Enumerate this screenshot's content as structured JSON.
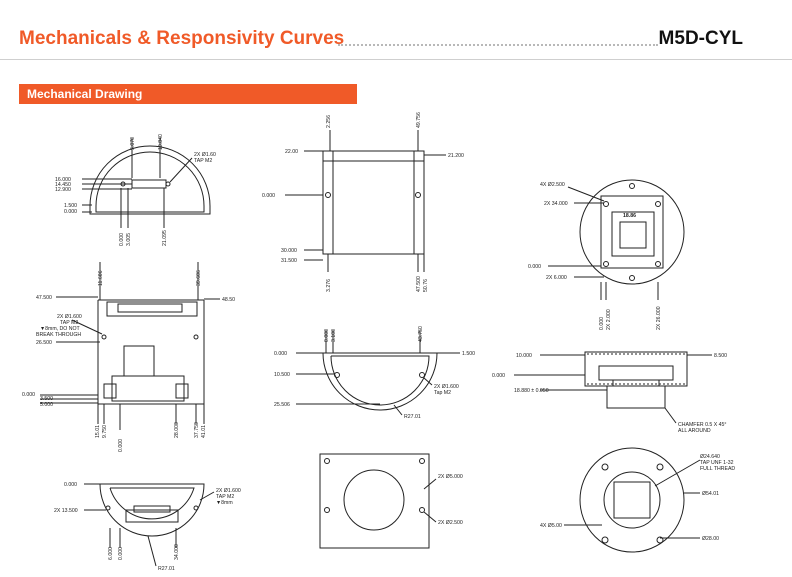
{
  "header": {
    "title": "Mechanicals & Responsivity Curves",
    "model": "M5D-CYL"
  },
  "section": {
    "label": "Mechanical Drawing"
  },
  "drawings": {
    "d1": {
      "dim_left": [
        "16.000",
        "14.450",
        "12.900",
        "1.500",
        "0.000"
      ],
      "dim_top": [
        "5.070",
        "10.840"
      ],
      "dim_bottom": [
        "0.000",
        "3.005",
        "21.095"
      ],
      "callout": [
        "2X Ø1.60",
        "TAP M2"
      ]
    },
    "d2": {
      "dim_top": [
        "2.256",
        "49.756"
      ],
      "dim_left": [
        "22.00",
        "0.000",
        "30.000",
        "31.500"
      ],
      "dim_right": [
        "21.200"
      ],
      "dim_bottom": [
        "3.276",
        "47.500",
        "50.76"
      ]
    },
    "d3": {
      "dim_left_top": [
        "4X Ø2.500",
        "2X 34.000"
      ],
      "center_value": "18.86",
      "dim_left_bottom": [
        "0.000",
        "2X 6.000"
      ],
      "dim_bottom": [
        "0.000",
        "2X 2.000",
        "2X 26.000"
      ]
    },
    "d4": {
      "dim_top": [
        "11.606",
        "39.606"
      ],
      "dim_left": [
        "47.500",
        "26.500",
        "0.000",
        "3.500",
        "5.000"
      ],
      "dim_right": [
        "48.50"
      ],
      "callout": [
        "2X Ø1.600",
        "TAP M2",
        "▼8mm, DO NOT",
        "BREAK THROUGH"
      ],
      "dim_bottom": [
        "15.01",
        "9.750",
        "0.000",
        "28.000",
        "37.750",
        "41.01"
      ]
    },
    "d5": {
      "dim_top": [
        "0.000",
        "3.100",
        "43.750"
      ],
      "dim_left": [
        "0.000",
        "10.500",
        "25.506"
      ],
      "dim_right": [
        "1.500"
      ],
      "callout": [
        "2X Ø1.600",
        "Tap M2"
      ],
      "radius": "R27.01"
    },
    "d6": {
      "dim_left": [
        "10.000",
        "0.000",
        "18.880 ± 0.050"
      ],
      "dim_right": [
        "8.500"
      ],
      "chamfer": [
        "CHAMFER 0.5 X 45°",
        "ALL AROUND"
      ]
    },
    "d7": {
      "dim_left": [
        "0.000",
        "2X 13.500"
      ],
      "callout": [
        "2X Ø1.600",
        "TAP M2",
        "▼8mm"
      ],
      "dim_bottom": [
        "6.000",
        "0.000",
        "34.000"
      ],
      "radius": "R27.01"
    },
    "d8": {
      "callouts": [
        "2X Ø5.000",
        "2X Ø2.500"
      ]
    },
    "d9": {
      "thread": [
        "Ø24.640",
        "TAP UNF 1-32",
        "FULL THREAD"
      ],
      "callouts": [
        "Ø54.01",
        "4X Ø5.00",
        "Ø28.00"
      ]
    }
  }
}
